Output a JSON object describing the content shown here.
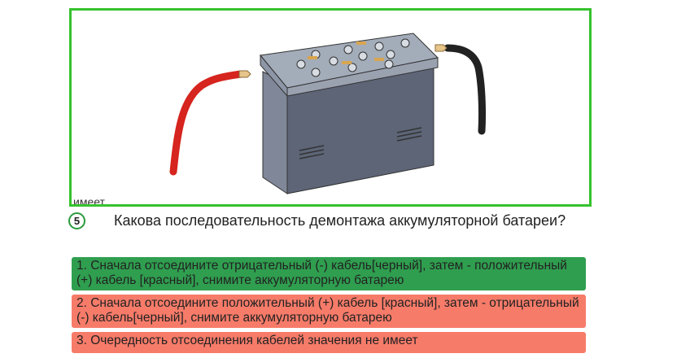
{
  "image": {
    "caption_clipped": "имеет"
  },
  "question": {
    "number": "5",
    "text": "Какова последовательность демонтажа аккумуляторной батареи?"
  },
  "options": [
    {
      "label": "1. Сначала отсоедините отрицательный (-) кабель[черный], затем - положительный (+) кабель [красный], снимите аккумуляторную батарею",
      "status": "correct",
      "color": "#2f9e4f"
    },
    {
      "label": "2. Сначала отсоедините положительный (+) кабель [красный], затем - отрицательный (-) кабель[черный], снимите аккумуляторную батарею",
      "status": "incorrect",
      "color": "#f77b69"
    },
    {
      "label": "3. Очередность отсоединения кабелей значения не имеет",
      "status": "incorrect",
      "color": "#f77b69"
    }
  ]
}
